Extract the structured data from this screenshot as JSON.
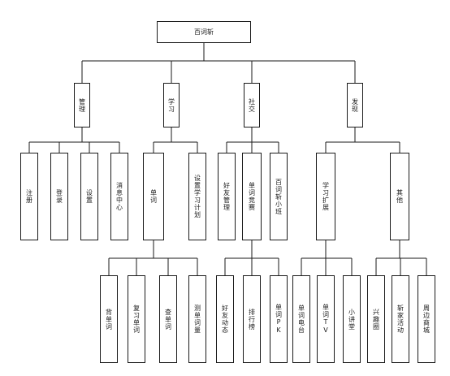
{
  "diagram": {
    "root": "百词斩",
    "categories": [
      {
        "label": "管理",
        "children": [
          {
            "label": "注册"
          },
          {
            "label": "登录"
          },
          {
            "label": "设置"
          },
          {
            "label": "消息中心"
          }
        ]
      },
      {
        "label": "学习",
        "children": [
          {
            "label": "单词",
            "children": [
              {
                "label": "背单词"
              },
              {
                "label": "复习单词"
              },
              {
                "label": "查单词"
              },
              {
                "label": "测单词量"
              }
            ]
          },
          {
            "label": "设置学习计划"
          }
        ]
      },
      {
        "label": "社交",
        "children": [
          {
            "label": "好友管理"
          },
          {
            "label": "单词竞赛",
            "children": [
              {
                "label": "好友动态"
              },
              {
                "label": "排行榜"
              },
              {
                "label": "单词PK"
              }
            ]
          },
          {
            "label": "百词斩小班"
          }
        ]
      },
      {
        "label": "发现",
        "children": [
          {
            "label": "学习扩展",
            "children": [
              {
                "label": "单词电台"
              },
              {
                "label": "单词TV"
              },
              {
                "label": "小讲堂"
              }
            ]
          },
          {
            "label": "其他",
            "children": [
              {
                "label": "兴趣圈"
              },
              {
                "label": "斩家活动"
              },
              {
                "label": "周边商城"
              }
            ]
          }
        ]
      }
    ]
  }
}
